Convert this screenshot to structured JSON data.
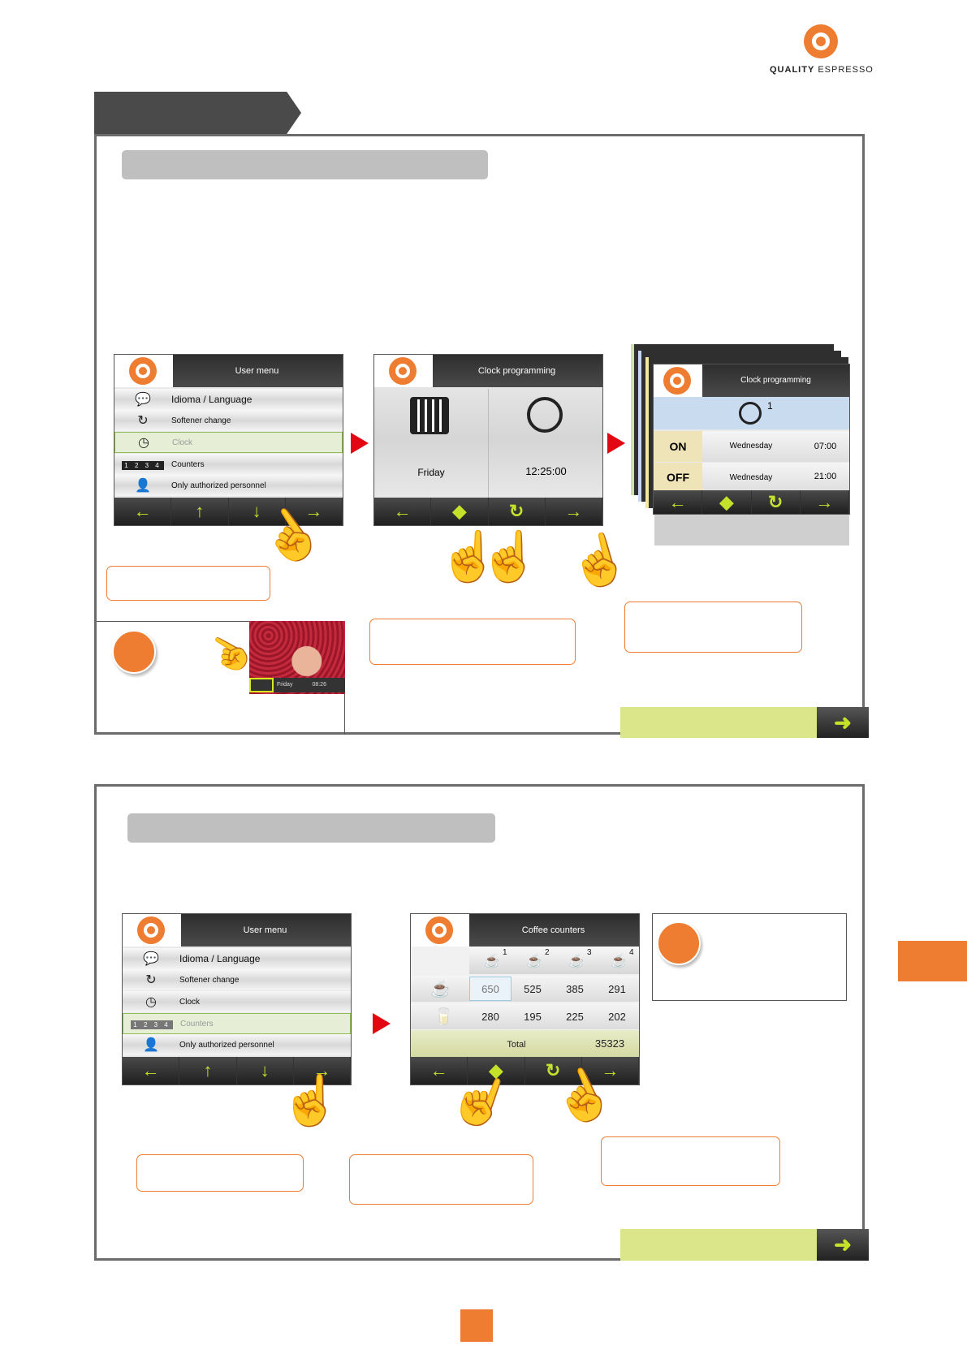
{
  "brand": {
    "name_bold": "QUALITY",
    "name_rest": " ESPRESSO"
  },
  "user_menu": {
    "title": "User menu",
    "items": [
      {
        "icon": "speech-bubble-icon",
        "label": "Idioma / Language"
      },
      {
        "icon": "refresh-icon",
        "label": "Softener change"
      },
      {
        "icon": "clock-icon",
        "label": "Clock"
      },
      {
        "icon": "counters-icon",
        "label": "Counters"
      },
      {
        "icon": "person-icon",
        "label": "Only authorized personnel"
      }
    ],
    "counter_icon_text": "1 2 3 4",
    "nav": [
      "←",
      "↑",
      "↓",
      "→"
    ]
  },
  "clock_programming": {
    "title": "Clock programming",
    "day": "Friday",
    "time": "12:25:00",
    "nav": [
      "←",
      "◆",
      "↻",
      "→"
    ]
  },
  "clock_program_detail": {
    "title": "Clock programming",
    "program_number": "1",
    "rows": [
      {
        "state": "ON",
        "day": "Wednesday",
        "time": "07:00"
      },
      {
        "state": "OFF",
        "day": "Wednesday",
        "time": "21:00"
      }
    ],
    "nav": [
      "←",
      "◆",
      "↻",
      "→"
    ]
  },
  "screensaver": {
    "day_text": "Friday",
    "time_text": "08:26"
  },
  "coffee_counters": {
    "title": "Coffee counters",
    "columns": [
      "1",
      "2",
      "3",
      "4"
    ],
    "rows": [
      {
        "icon": "cup-icon",
        "values": [
          "650",
          "525",
          "385",
          "291"
        ]
      },
      {
        "icon": "jug-icon",
        "values": [
          "280",
          "195",
          "225",
          "202"
        ]
      }
    ],
    "total_label": "Total",
    "total_value": "35323",
    "nav": [
      "←",
      "◆",
      "↻",
      "→"
    ]
  },
  "next_arrow": "➜"
}
